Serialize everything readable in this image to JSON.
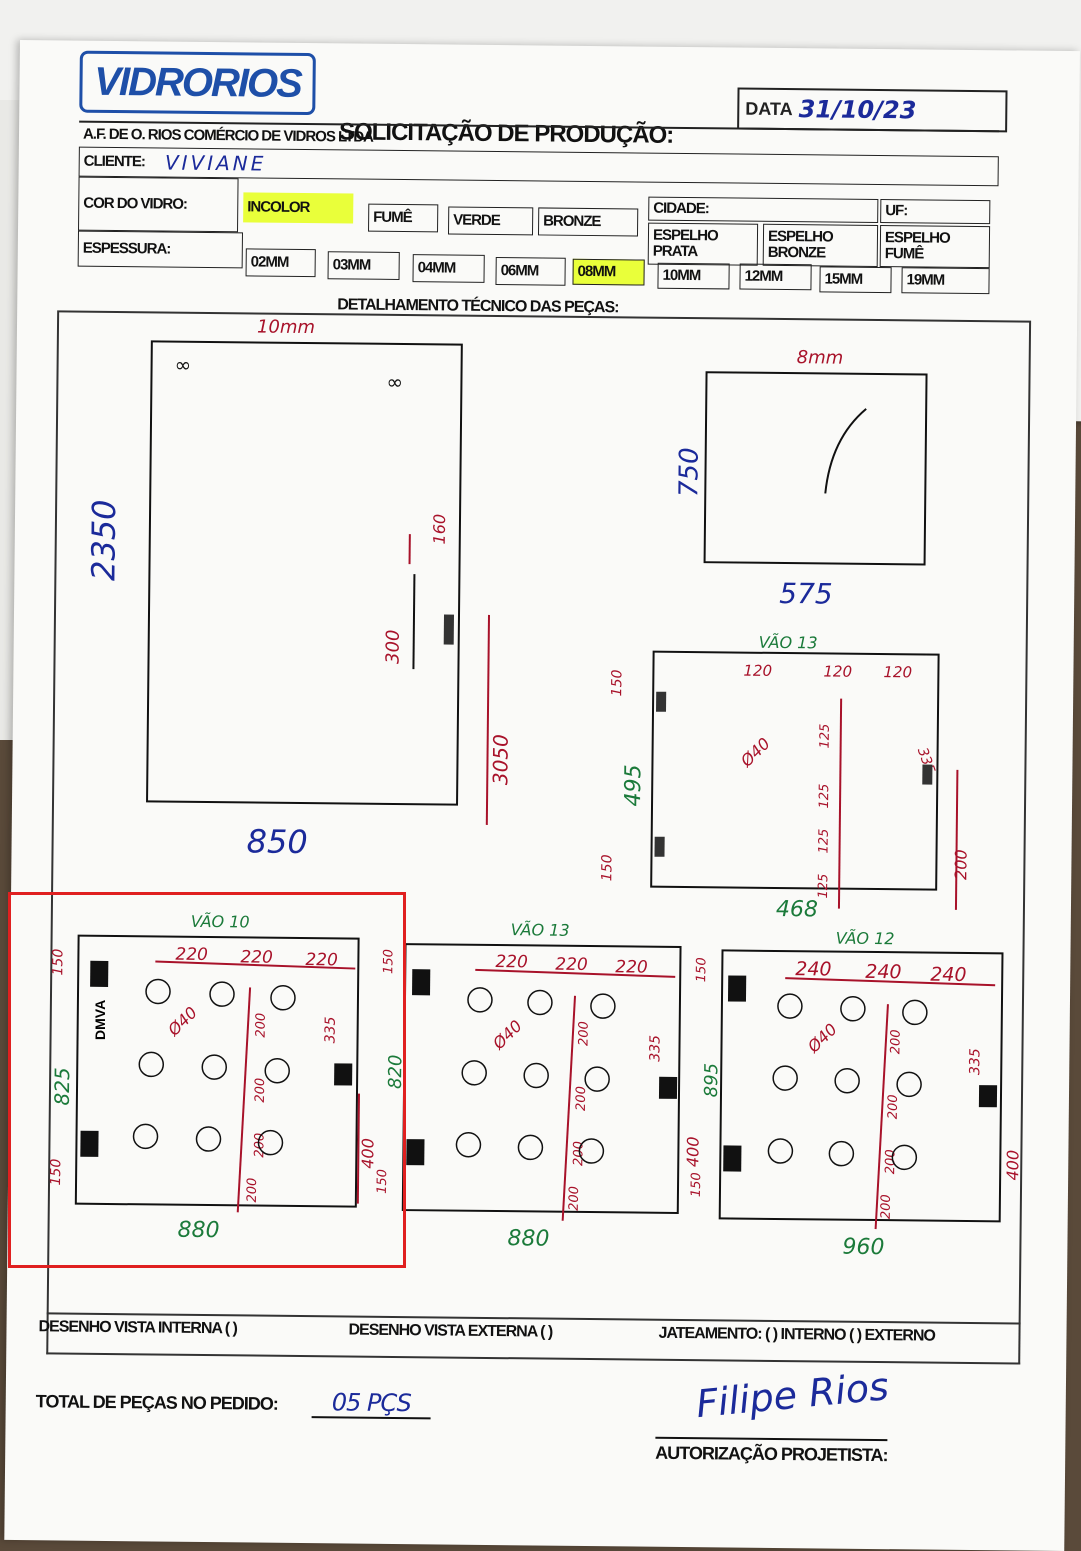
{
  "header": {
    "logo": "VIDRORIOS",
    "date_label": "DATA",
    "date_value": "31/10/23",
    "title": "SOLICITAÇÃO DE PRODUÇÃO:",
    "company": "A.F. DE O. RIOS COMÉRCIO DE VIDROS LTDA",
    "client_label": "CLIENTE:",
    "client_value": "VIVIANE",
    "city_label": "CIDADE:",
    "uf_label": "UF:"
  },
  "cor": {
    "label": "COR DO VIDRO:",
    "options": [
      "INCOLOR",
      "FUMÊ",
      "VERDE",
      "BRONZE",
      "ESPELHO PRATA",
      "ESPELHO BRONZE",
      "ESPELHO FUMÊ"
    ],
    "selected": "INCOLOR"
  },
  "espessura": {
    "label": "ESPESSURA:",
    "options": [
      "02MM",
      "03MM",
      "04MM",
      "06MM",
      "08MM",
      "10MM",
      "12MM",
      "15MM",
      "19MM"
    ],
    "selected": "08MM"
  },
  "tech_title": "DETALHAMENTO TÉCNICO DAS PEÇAS:",
  "pieces": {
    "p1": {
      "note": "10mm",
      "height": "2350",
      "width": "850",
      "d1": "300",
      "d2": "160",
      "d3": "3050"
    },
    "p2": {
      "note": "8mm",
      "height": "750",
      "width": "575"
    },
    "p3": {
      "vao": "VÃO 13",
      "width": "468",
      "height": "495",
      "spacing": [
        "120",
        "120",
        "120"
      ],
      "dia": "Ø40",
      "v1": "125",
      "v2": "125",
      "v3": "125",
      "v4": "125",
      "top": "150",
      "bot": "150",
      "right": "335",
      "right2": "200"
    },
    "p4": {
      "vao": "VÃO 10",
      "width": "880",
      "height": "825",
      "spacing": [
        "220",
        "220",
        "220"
      ],
      "dia": "Ø40",
      "v": [
        "200",
        "200",
        "200",
        "200"
      ],
      "top": "150",
      "bot": "150",
      "right": "335",
      "right2": "400",
      "label": "DMVA"
    },
    "p5": {
      "vao": "VÃO 13",
      "width": "880",
      "height": "820",
      "spacing": [
        "220",
        "220",
        "220"
      ],
      "dia": "Ø40",
      "v": [
        "200",
        "200",
        "200",
        "200"
      ],
      "top": "150",
      "bot": "150",
      "right": "335",
      "right2": "400"
    },
    "p6": {
      "vao": "VÃO 12",
      "width": "960",
      "height": "895",
      "spacing": [
        "240",
        "240",
        "240"
      ],
      "dia": "Ø40",
      "v": [
        "200",
        "200",
        "200",
        "200"
      ],
      "top": "150",
      "bot": "150",
      "right": "335",
      "right2": "400"
    }
  },
  "footer": {
    "internal": "DESENHO VISTA INTERNA ( )",
    "external": "DESENHO VISTA EXTERNA ( )",
    "jateamento": "JATEAMENTO: ( ) INTERNO ( ) EXTERNO",
    "total_label": "TOTAL DE PEÇAS NO PEDIDO:",
    "total_value": "05 PÇS",
    "auth_label": "AUTORIZAÇÃO PROJETISTA:",
    "signature": "Filipe Rios"
  },
  "colors": {
    "red_ink": "#a8122a",
    "green_ink": "#1b7a3a",
    "blue_ink": "#1b2a9a",
    "highlight": "#e9ff3a"
  }
}
